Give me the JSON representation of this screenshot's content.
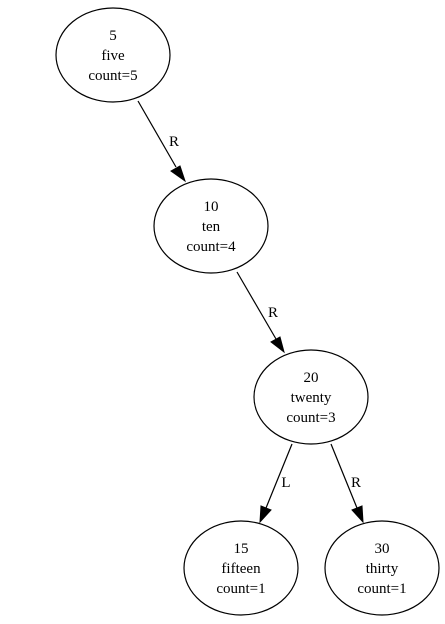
{
  "nodes": [
    {
      "id": "n5",
      "key": "5",
      "name": "five",
      "count": "count=5"
    },
    {
      "id": "n10",
      "key": "10",
      "name": "ten",
      "count": "count=4"
    },
    {
      "id": "n20",
      "key": "20",
      "name": "twenty",
      "count": "count=3"
    },
    {
      "id": "n15",
      "key": "15",
      "name": "fifteen",
      "count": "count=1"
    },
    {
      "id": "n30",
      "key": "30",
      "name": "thirty",
      "count": "count=1"
    }
  ],
  "edges": [
    {
      "from": "n5",
      "to": "n10",
      "label": "R"
    },
    {
      "from": "n10",
      "to": "n20",
      "label": "R"
    },
    {
      "from": "n20",
      "to": "n15",
      "label": "L"
    },
    {
      "from": "n20",
      "to": "n30",
      "label": "R"
    }
  ]
}
